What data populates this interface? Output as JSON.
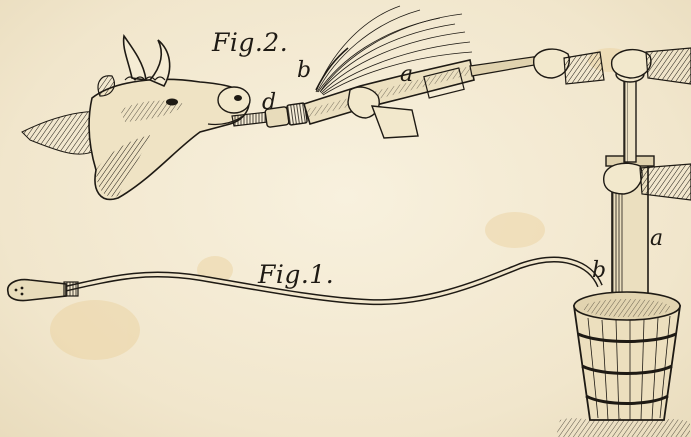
{
  "colors": {
    "paper": "#f4ecd8",
    "ink": "#1e1a14",
    "stain": "#e8c98c"
  },
  "figures": {
    "fig2": {
      "title": "Fig.2.",
      "labels": {
        "a": "a",
        "b": "b",
        "d": "d"
      }
    },
    "fig1": {
      "title": "Fig.1.",
      "labels": {
        "a": "a",
        "b": "b"
      }
    }
  }
}
